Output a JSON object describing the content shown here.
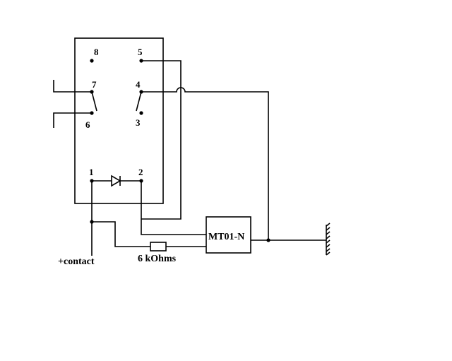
{
  "diagram": {
    "pins": {
      "p8": "8",
      "p5": "5",
      "p7": "7",
      "p4": "4",
      "p6": "6",
      "p3": "3",
      "p1": "1",
      "p2": "2"
    },
    "module_label": "MT01-N",
    "resistor_label": "6 kOhms",
    "contact_label": "+contact"
  }
}
